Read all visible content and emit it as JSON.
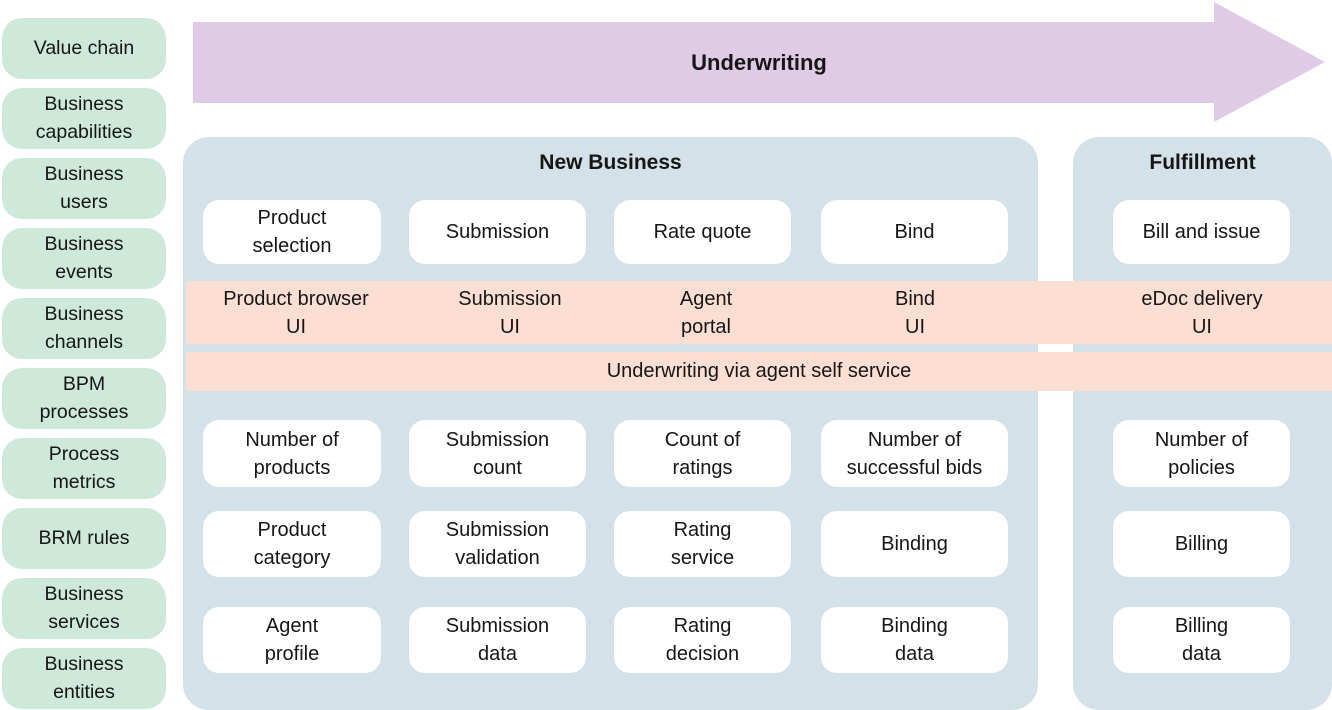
{
  "colors": {
    "pill_green": "#cee8da",
    "panel_blue": "#d3e1e9",
    "band_pink": "#fcdfd2",
    "arrow_purple": "#e0cbe6",
    "card_white": "#ffffff",
    "text_dark": "#161616"
  },
  "sidebar": {
    "items": [
      [
        "Value chain"
      ],
      [
        "Business",
        "capabilities"
      ],
      [
        "Business",
        "users"
      ],
      [
        "Business",
        "events"
      ],
      [
        "Business",
        "channels"
      ],
      [
        "BPM",
        "processes"
      ],
      [
        "Process",
        "metrics"
      ],
      [
        "BRM rules"
      ],
      [
        "Business",
        "services"
      ],
      [
        "Business",
        "entities"
      ]
    ]
  },
  "value_chain_arrow": {
    "label": "Underwriting"
  },
  "channels_band": {
    "labels": [
      [
        "Product browser",
        "UI"
      ],
      [
        "Submission",
        "UI"
      ],
      [
        "Agent",
        "portal"
      ],
      [
        "Bind",
        "UI"
      ],
      [
        "eDoc delivery",
        "UI"
      ]
    ]
  },
  "process_band": {
    "label": "Underwriting via agent self service"
  },
  "panels": {
    "new_business": {
      "title": "New Business",
      "capabilities": [
        [
          "Product",
          "selection"
        ],
        [
          "Submission"
        ],
        [
          "Rate quote"
        ],
        [
          "Bind"
        ]
      ],
      "metrics": [
        [
          "Number of",
          "products"
        ],
        [
          "Submission",
          "count"
        ],
        [
          "Count of",
          "ratings"
        ],
        [
          "Number of",
          "successful bids"
        ]
      ],
      "services": [
        [
          "Product",
          "category"
        ],
        [
          "Submission",
          "validation"
        ],
        [
          "Rating",
          "service"
        ],
        [
          "Binding"
        ]
      ],
      "entities": [
        [
          "Agent",
          "profile"
        ],
        [
          "Submission",
          "data"
        ],
        [
          "Rating",
          "decision"
        ],
        [
          "Binding",
          "data"
        ]
      ]
    },
    "fulfillment": {
      "title": "Fulfillment",
      "capabilities": [
        [
          "Bill and issue"
        ]
      ],
      "metrics": [
        [
          "Number of",
          "policies"
        ]
      ],
      "services": [
        [
          "Billing"
        ]
      ],
      "entities": [
        [
          "Billing",
          "data"
        ]
      ]
    }
  }
}
